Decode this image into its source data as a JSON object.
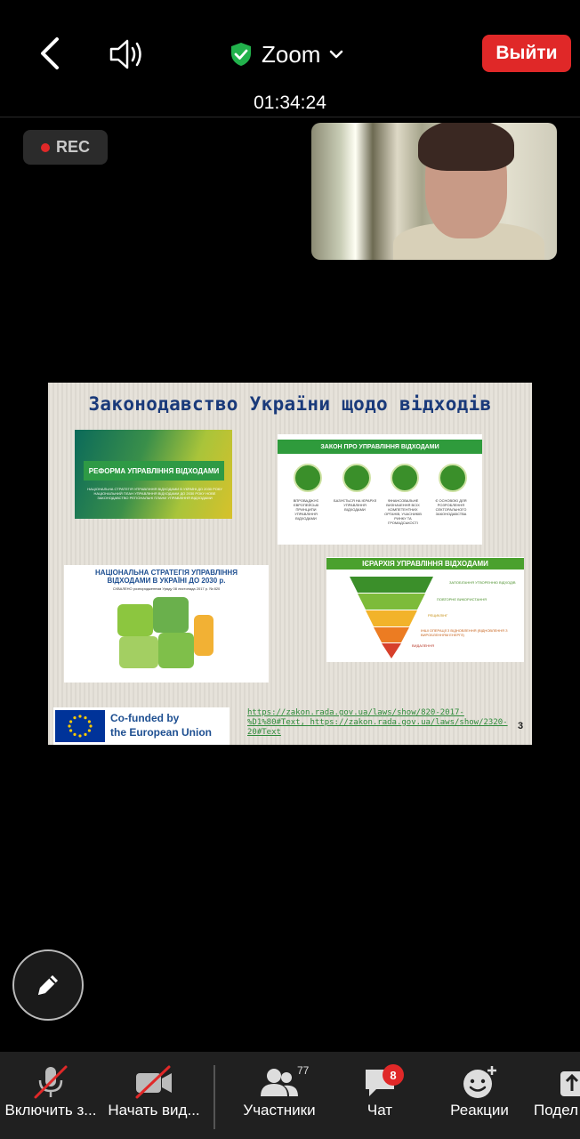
{
  "header": {
    "meeting_title": "Zoom",
    "leave_label": "Выйти",
    "timer": "01:34:24",
    "rec_label": "REC"
  },
  "slide": {
    "title": "Законодавство України щодо відходів",
    "card_reform": {
      "banner": "РЕФОРМА УПРАВЛІННЯ ВІДХОДАМИ",
      "fine_print": "НАЦІОНАЛЬНА СТРАТЕГІЯ УПРАВЛІННЯ ВІДХОДАМИ В УКРАЇНІ ДО 2030 РОКУ НАЦІОНАЛЬНИЙ ПЛАН УПРАВЛІННЯ ВІДХОДАМИ ДО 2030 РОКУ НОВЕ ЗАКОНОДАВСТВО РЕГІОНАЛЬНІ ПЛАНИ УПРАВЛІННЯ ВІДХОДАМИ"
    },
    "card_law": {
      "header": "ЗАКОН ПРО УПРАВЛІННЯ ВІДХОДАМИ",
      "captions": [
        "ВПРОВАДЖУЄ ЄВРОПЕЙСЬКІ ПРИНЦИПИ УПРАВЛІННЯ ВІДХОДАМИ",
        "БАЗУЄТЬСЯ НА ІЄРАРХІЇ УПРАВЛІННЯ ВІДХОДАМИ",
        "ФІНАНСОВАЛЬНЕ ВИЗНАЧЕННЯ ВСІХ КОМПЕТЕНТНИХ ОРГАНІВ, УЧАСНИКІВ РИНКУ ТА ГРОМАДСЬКОСТІ",
        "Є ОСНОВОЮ ДЛЯ РОЗРОБЛЕННЯ СЕКТОРАЛЬНОГО ЗАКОНОДАВСТВА"
      ]
    },
    "card_strategy": {
      "header": "НАЦІОНАЛЬНА СТРАТЕГІЯ УПРАВЛІННЯ ВІДХОДАМИ В УКРАЇНІ ДО 2030 р.",
      "sub": "СХВАЛЕНО розпорядженням Уряду 08 листопада 2017 р. № 820"
    },
    "card_hierarchy": {
      "header": "ІЄРАРХІЯ УПРАВЛІННЯ ВІДХОДАМИ",
      "levels": [
        "ЗАПОБІГАННЯ УТВОРЕННЮ ВІДХОДІВ",
        "ПОВТОРНЕ ВИКОРИСТАННЯ",
        "РЕЦИКЛІНГ",
        "ІНШІ ОПЕРАЦІЇ З ВІДНОВЛЕННЯ (ВІДНОВЛЕННЯ З ВИРОБЛЕННЯМ ЕНЕРГІЇ)",
        "ВИДАЛЕННЯ"
      ]
    },
    "eu_label_line1": "Co-funded by",
    "eu_label_line2": "the European Union",
    "links_line1": "https://zakon.rada.gov.ua/laws/show/820-2017-",
    "links_line2": "%D1%80#Text, https://zakon.rada.gov.ua/laws/show/2320-",
    "links_line3": "20#Text",
    "page_number": "3"
  },
  "toolbar": {
    "mic_label": "Включить з...",
    "video_label": "Начать вид...",
    "participants_label": "Участники",
    "participants_count": "77",
    "chat_label": "Чат",
    "chat_badge": "8",
    "reactions_label": "Реакции",
    "share_label": "Подел"
  },
  "colors": {
    "leave": "#e02828",
    "slide_title": "#1a3a7a",
    "eu_blue": "#003399",
    "eco_green": "#2f9b3c"
  }
}
